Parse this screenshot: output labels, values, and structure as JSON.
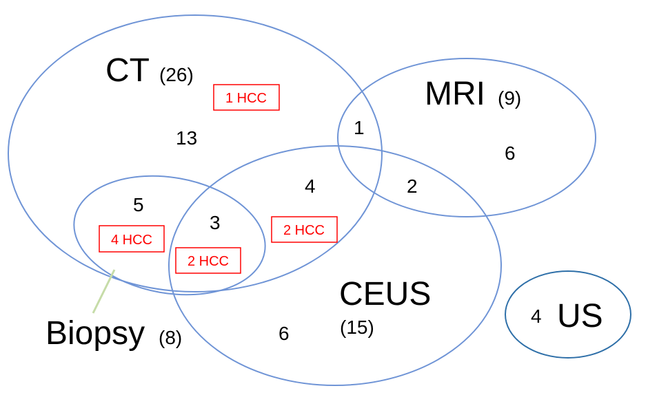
{
  "sets": {
    "ct": {
      "label": "CT",
      "count": "(26)"
    },
    "mri": {
      "label": "MRI",
      "count": "(9)"
    },
    "ceus": {
      "label": "CEUS",
      "count": "(15)"
    },
    "biopsy": {
      "label": "Biopsy",
      "count": "(8)"
    },
    "us": {
      "label": "US",
      "count": "4"
    }
  },
  "regions": {
    "ct_only": "13",
    "ct_mri": "1",
    "mri_only": "6",
    "mri_ceus": "2",
    "ct_ceus": "4",
    "ct_biopsy": "5",
    "ct_biopsy_ceus": "3",
    "ceus_only": "6"
  },
  "hcc_labels": {
    "ct_only": "1 HCC",
    "ct_biopsy": "4 HCC",
    "ct_ceus": "2 HCC",
    "ct_biopsy_ceus": "2 HCC"
  },
  "colors": {
    "set_outline": "#6f94d6",
    "us_outline": "#2e6fa8",
    "hcc": "#ff0000",
    "pointer": "#c6dca8"
  }
}
